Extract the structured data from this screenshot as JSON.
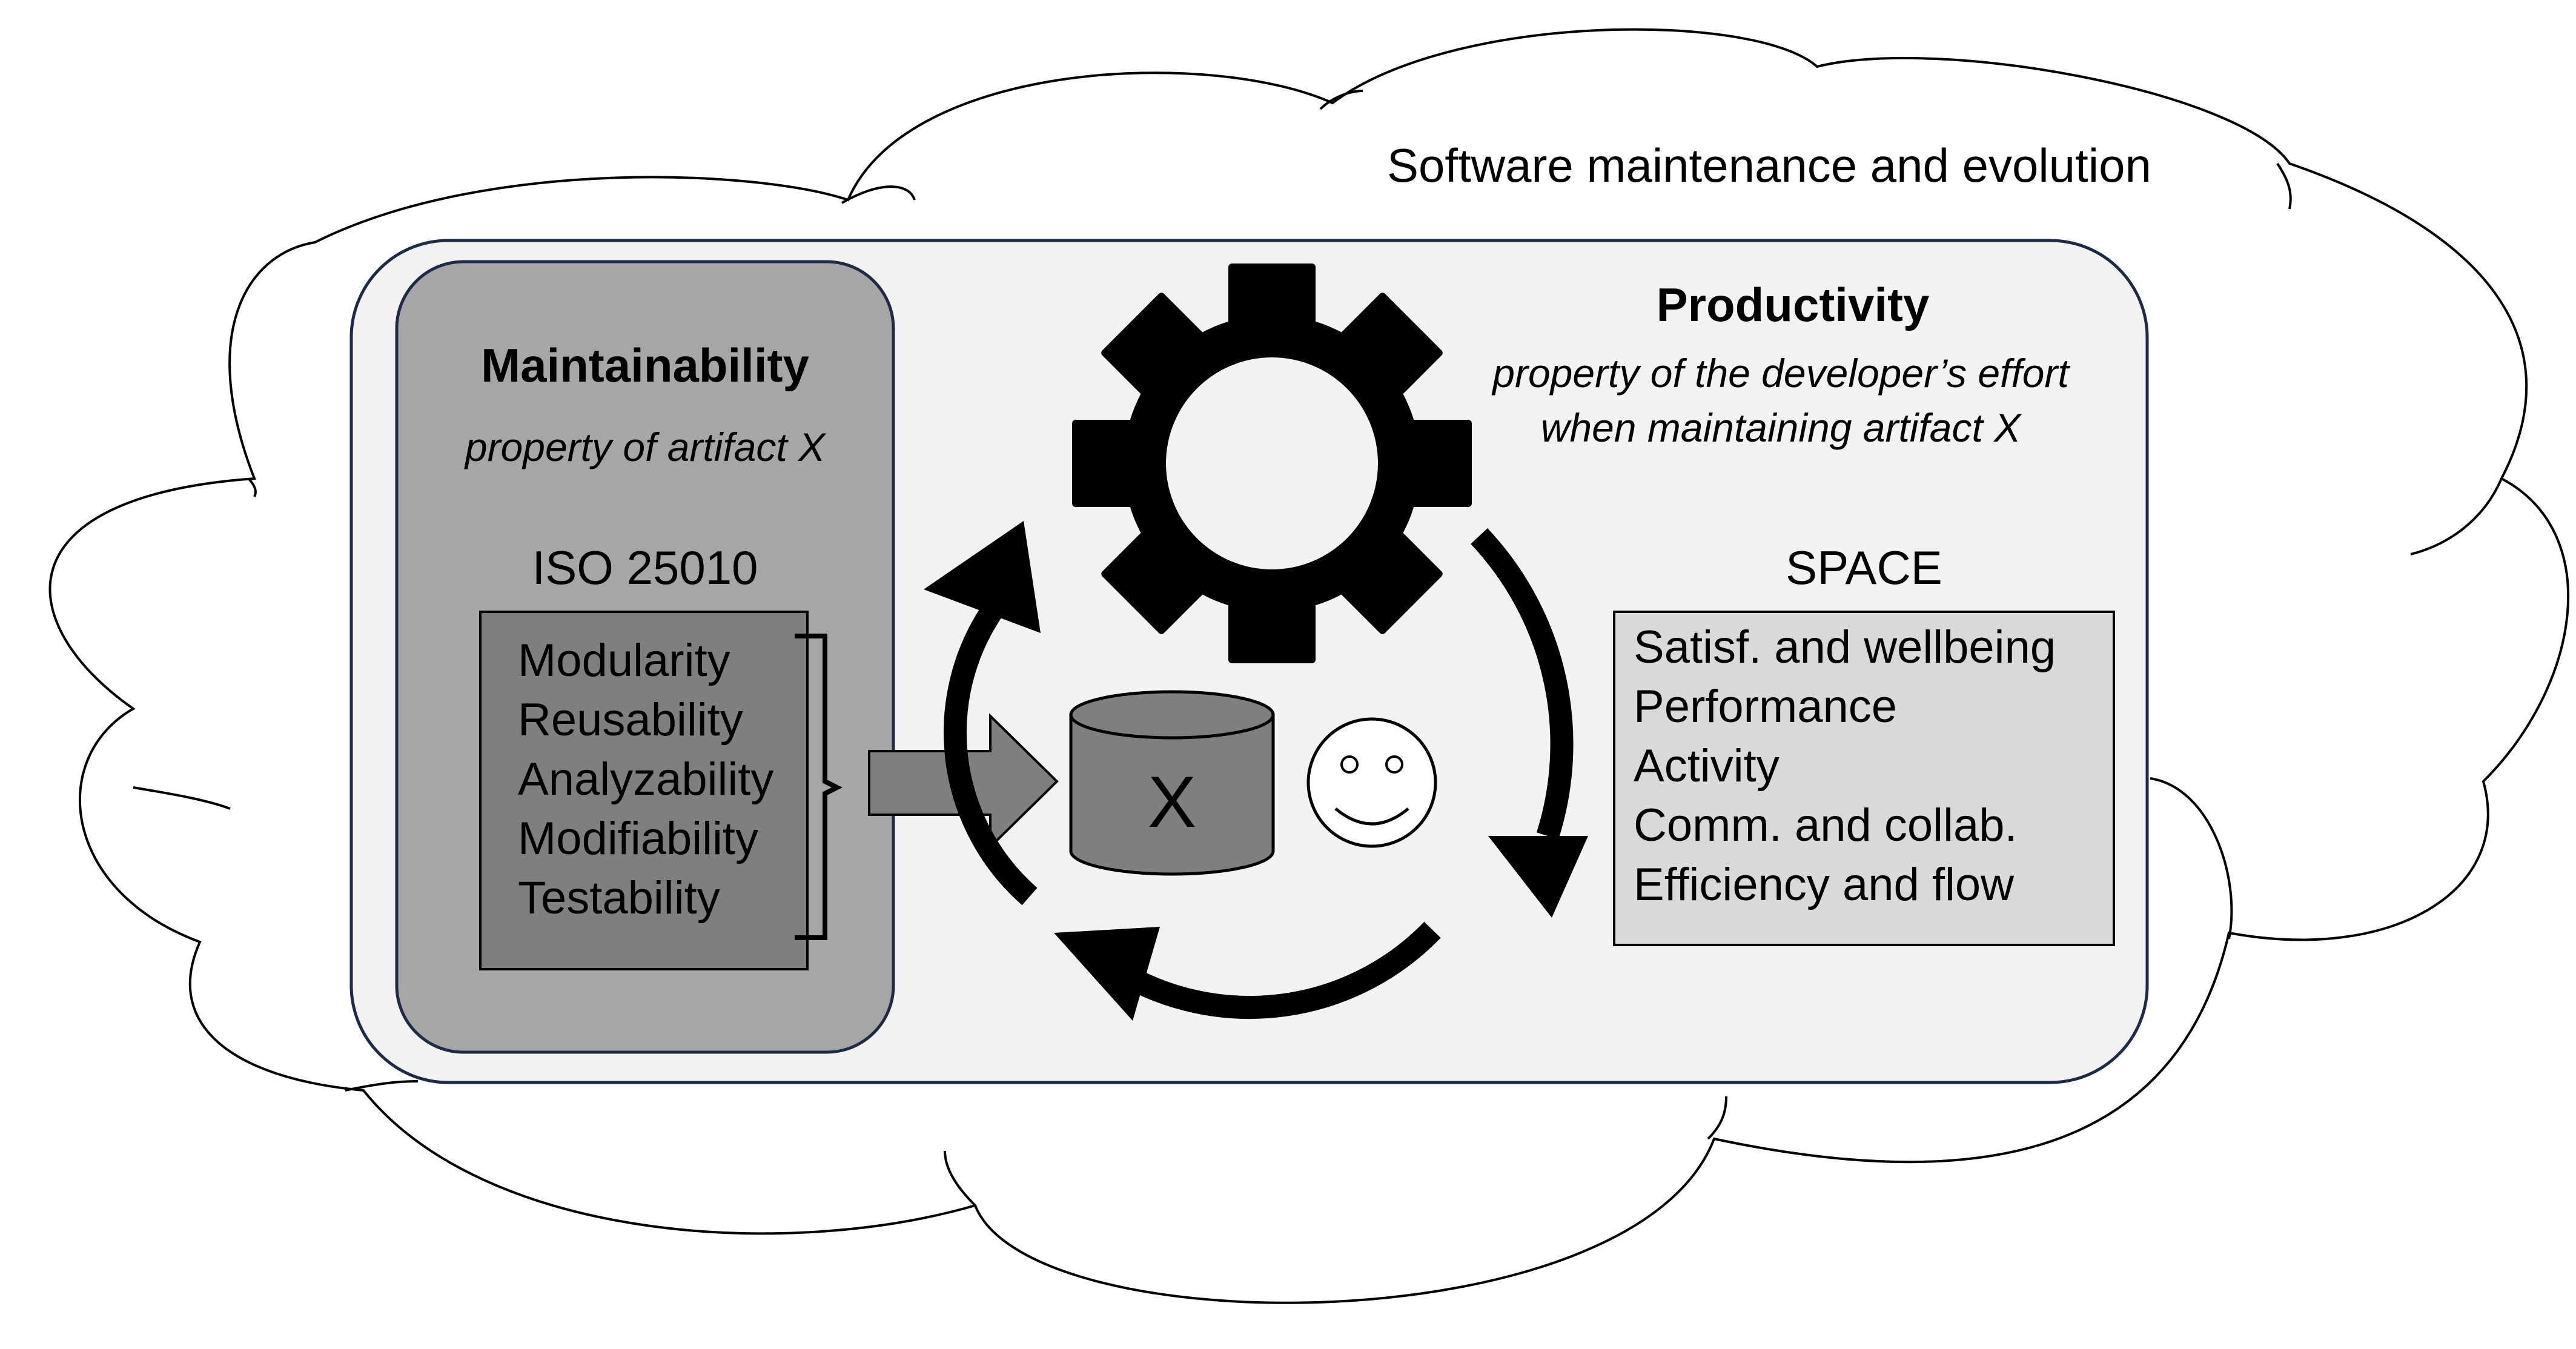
{
  "outer": {
    "label": "Software maintenance and evolution"
  },
  "maintainability": {
    "title": "Maintainability",
    "subtitle": "property of artifact X",
    "standard": "ISO 25010",
    "items": [
      "Modularity",
      "Reusability",
      "Analyzability",
      "Modifiability",
      "Testability"
    ]
  },
  "productivity": {
    "title": "Productivity",
    "subtitle_line1": "property of the developer’s effort",
    "subtitle_line2": "when maintaining artifact X",
    "framework": "SPACE",
    "items": [
      "Satisf. and wellbeing",
      "Performance",
      "Activity",
      "Comm. and collab.",
      "Efficiency and flow"
    ]
  },
  "artifact": {
    "label": "X"
  },
  "icons": [
    "gear-icon",
    "database-icon",
    "smiley-icon",
    "cycle-arrows-icon",
    "right-arrow-icon",
    "bracket-icon"
  ],
  "colors": {
    "outer_box": "#f2f2f2",
    "maintainability_box": "#a6a6a6",
    "iso_list_box": "#7f7f7f",
    "space_list_box": "#d9d9d9",
    "box_border": "#1f2a44"
  }
}
